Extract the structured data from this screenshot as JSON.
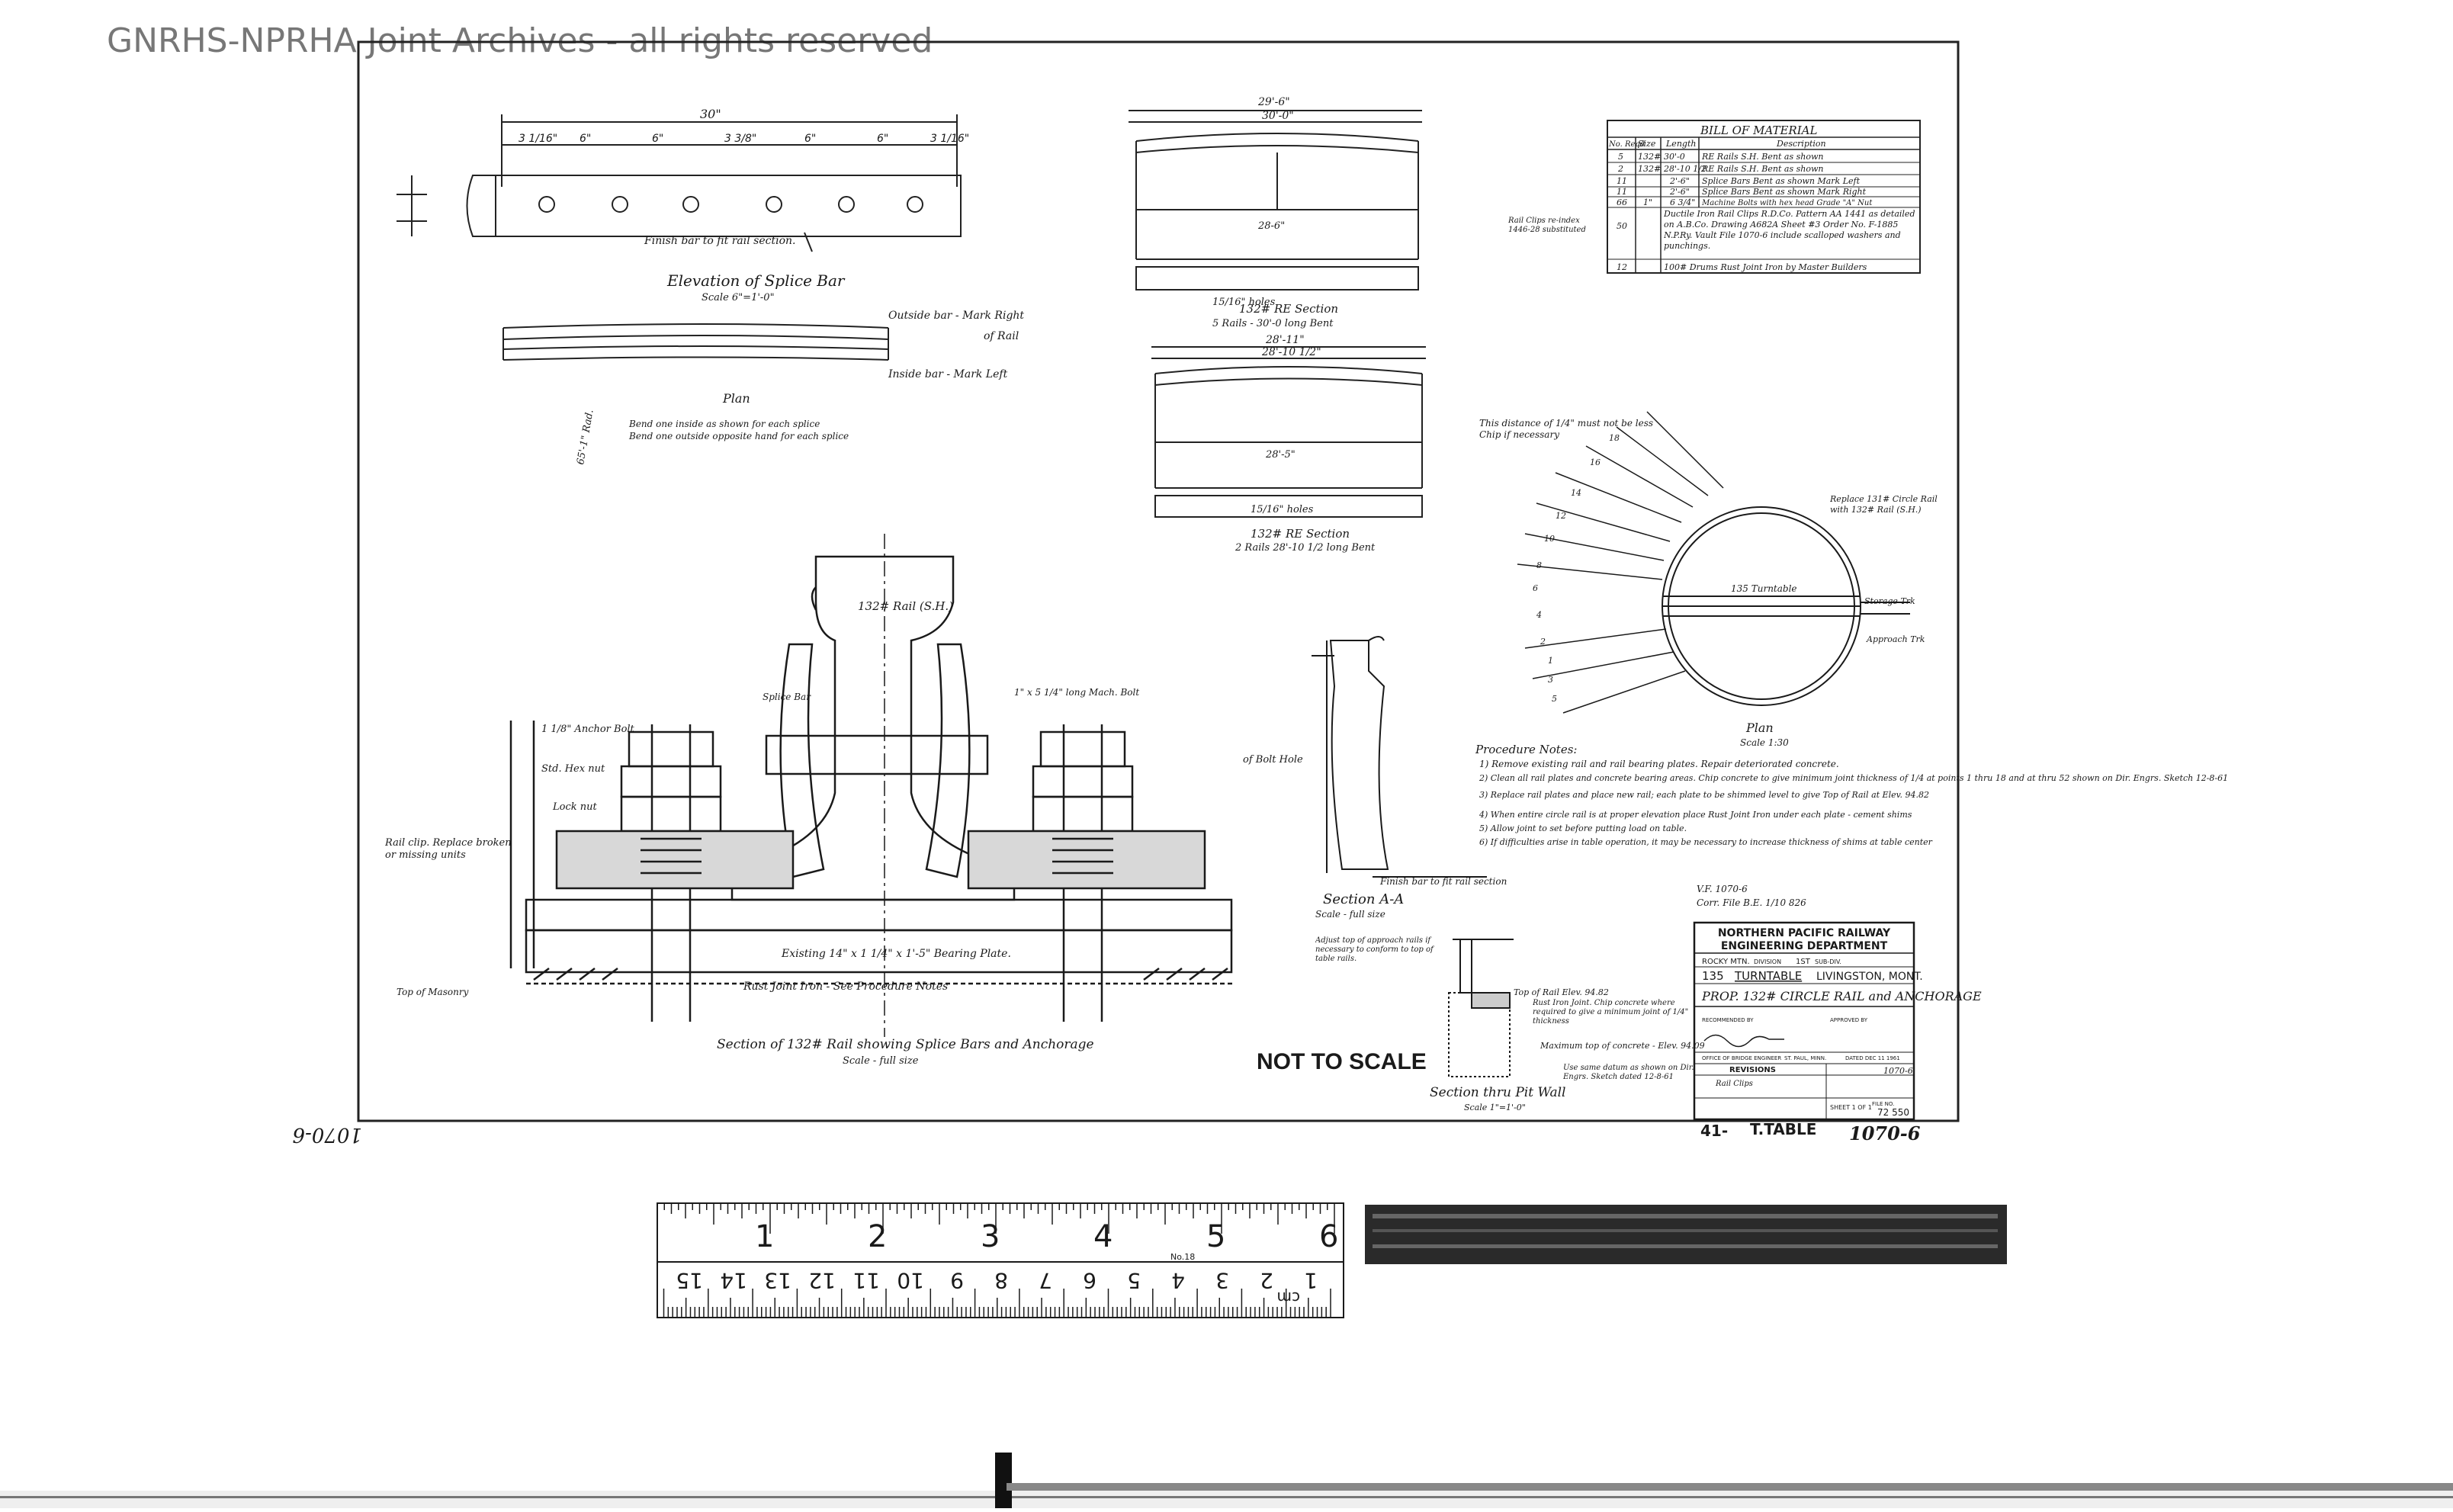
{
  "watermark": "GNRHS-NPRHA Joint Archives - all rights reserved",
  "corner_label": "1070-6",
  "splice_bar": {
    "overall_dim": "30\"",
    "segment_dims": [
      "3 1/16\"",
      "6\"",
      "6\"",
      "3 3/8\"",
      "6\"",
      "6\"",
      "3 1/16\""
    ],
    "finish_note": "Finish bar to fit rail section.",
    "elevation_title": "Elevation of Splice Bar",
    "elevation_scale": "Scale 6\"=1'-0\"",
    "outside_bar": "Outside bar - Mark Right",
    "inside_bar": "Inside bar - Mark Left",
    "rail_ref": "of Rail",
    "plan_label": "Plan",
    "plan_notes": [
      "Bend one inside as shown for each splice",
      "Bend one outside opposite hand for each splice"
    ],
    "radius_note": "65'-1\" Rad."
  },
  "re_section_1": {
    "top_dims": [
      "29'-6\"",
      "30'-0\""
    ],
    "hole_note": "15/16\" holes",
    "title": "132# RE Section",
    "subtitle": "5 Rails - 30'-0 long Bent",
    "bottom_dim": "28-6\""
  },
  "re_section_2": {
    "top_dims": [
      "28'-11\"",
      "28'-10 1/2\""
    ],
    "hole_note": "15/16\" holes",
    "title": "132# RE Section",
    "subtitle": "2 Rails 28'-10 1/2 long Bent",
    "bottom_dim": "28'-5\""
  },
  "bill_of_material": {
    "title": "BILL OF MATERIAL",
    "headers": [
      "No. Reqd",
      "Size",
      "Length",
      "Description"
    ],
    "rows": [
      [
        "5",
        "132#",
        "30'-0",
        "RE Rails S.H. Bent as shown"
      ],
      [
        "2",
        "132#",
        "28'-10 1/2",
        "RE Rails S.H. Bent as shown"
      ],
      [
        "11",
        "",
        "2'-6\"",
        "Splice Bars Bent as shown Mark Left"
      ],
      [
        "11",
        "",
        "2'-6\"",
        "Splice Bars Bent as shown Mark Right"
      ],
      [
        "66",
        "1\"",
        "6 3/4\"",
        "Machine Bolts with hex head Grade \"A\" Nut"
      ],
      [
        "50",
        "",
        "",
        "Ductile Iron Rail Clips R.D.Co. Pattern AA 1441 as detailed on A.B.Co. Drawing A682A Sheet #3 Order No. F-1885 N.P.Ry. Vault File 1070-6 include scalloped washers and punchings."
      ],
      [
        "12",
        "",
        "",
        "100# Drums Rust Joint Iron by Master Builders"
      ]
    ],
    "side_note": "Rail Clips re-index 1446-28 substituted"
  },
  "main_section": {
    "rail_label": "132# Rail (S.H.)",
    "labels": [
      "1 1/8\" Anchor Bolt",
      "Std. Hex nut",
      "Lock nut",
      "Splice Bar",
      "1\" x 5 1/4\" long Mach. Bolt",
      "Rail clip. Replace broken or missing units"
    ],
    "existing_plate": "Existing 14\" x 1 1/4\" x 1'-5\" Bearing Plate.",
    "rust_joint": "Rust Joint Iron - See Procedure Notes",
    "top_masonry": "Top of Masonry",
    "title": "Section of 132# Rail showing Splice Bars and Anchorage",
    "scale": "Scale - full size"
  },
  "section_aa": {
    "ball_hole": "of Bolt Hole",
    "finish_note": "Finish bar to fit rail section",
    "title": "Section A-A",
    "scale": "Scale - full size"
  },
  "circle_plan": {
    "distance_note": "This distance of 1/4\" must not be less Chip if necessary",
    "replace_note": "Replace 131# Circle Rail with 132# Rail (S.H.)",
    "turntable": "135 Turntable",
    "storage": "Storage Trk",
    "approach": "Approach Trk",
    "title": "Plan",
    "scale": "Scale 1:30",
    "track_numbers": [
      "18",
      "16",
      "14",
      "12",
      "10",
      "8",
      "6",
      "4",
      "2",
      "1",
      "3",
      "5"
    ]
  },
  "procedure_notes": {
    "title": "Procedure Notes:",
    "items": [
      "1) Remove existing rail and rail bearing plates. Repair deteriorated concrete.",
      "2) Clean all rail plates and concrete bearing areas. Chip concrete to give minimum joint thickness of 1/4 at points 1 thru 18 and at thru 52 shown on Dir. Engrs. Sketch 12-8-61",
      "3) Replace rail plates and place new rail; each plate to be shimmed level to give Top of Rail at Elev. 94.82",
      "4) When entire circle rail is at proper elevation place Rust Joint Iron under each plate - cement shims",
      "5) Allow joint to set before putting load on table.",
      "6) If difficulties arise in table operation, it may be necessary to increase thickness of shims at table center"
    ]
  },
  "file_notes": [
    "V.F. 1070-6",
    "Corr. File B.E. 1/10 826"
  ],
  "pit_wall": {
    "adjust_note": "Adjust top of approach rails if necessary to conform to top of table rails.",
    "top_of_rail": "Top of Rail Elev. 94.82",
    "rust_joint_note": "Rust Iron Joint. Chip concrete where required to give a minimum joint of 1/4\" thickness",
    "max_concrete": "Maximum top of concrete - Elev. 94.09",
    "datum_note": "Use same datum as shown on Dir. Engrs. Sketch dated 12-8-61",
    "title": "Section thru Pit Wall",
    "scale": "Scale 1\"=1'-0\""
  },
  "not_to_scale": "NOT TO SCALE",
  "title_block": {
    "line1": "NORTHERN PACIFIC RAILWAY",
    "line2": "ENGINEERING DEPARTMENT",
    "division_row": [
      "ROCKY MTN.",
      "DIVISION",
      "1ST",
      "SUB-DIV."
    ],
    "location": [
      "135",
      "TURNTABLE",
      "LIVINGSTON, MONT."
    ],
    "project": "PROP. 132# CIRCLE RAIL and ANCHORAGE",
    "recommended": "RECOMMENDED BY",
    "approved": "APPROVED BY",
    "office": "OFFICE OF BRIDGE ENGINEER",
    "city": "ST. PAUL, MINN.",
    "date": "DATED DEC 11 1961",
    "revisions": "REVISIONS",
    "rev_row": "Rail Clips",
    "sheet": "SHEET 1 OF 1",
    "file_no_label": "FILE NO.",
    "file_no": "72 550",
    "drawing_no": "1070-6"
  },
  "bottom_labels": {
    "left": "1070-6",
    "tt_prefix": "41-",
    "tt_label": "T.TABLE",
    "tt_number": "1070-6"
  },
  "ruler": {
    "inch_numbers": [
      "1",
      "2",
      "3",
      "4",
      "5",
      "6"
    ],
    "cm_numbers": [
      "1",
      "2",
      "3",
      "4",
      "5",
      "6",
      "7",
      "8",
      "9",
      "10",
      "11",
      "12",
      "13",
      "14",
      "15"
    ],
    "cm_label": "cm",
    "model": "No.18"
  }
}
